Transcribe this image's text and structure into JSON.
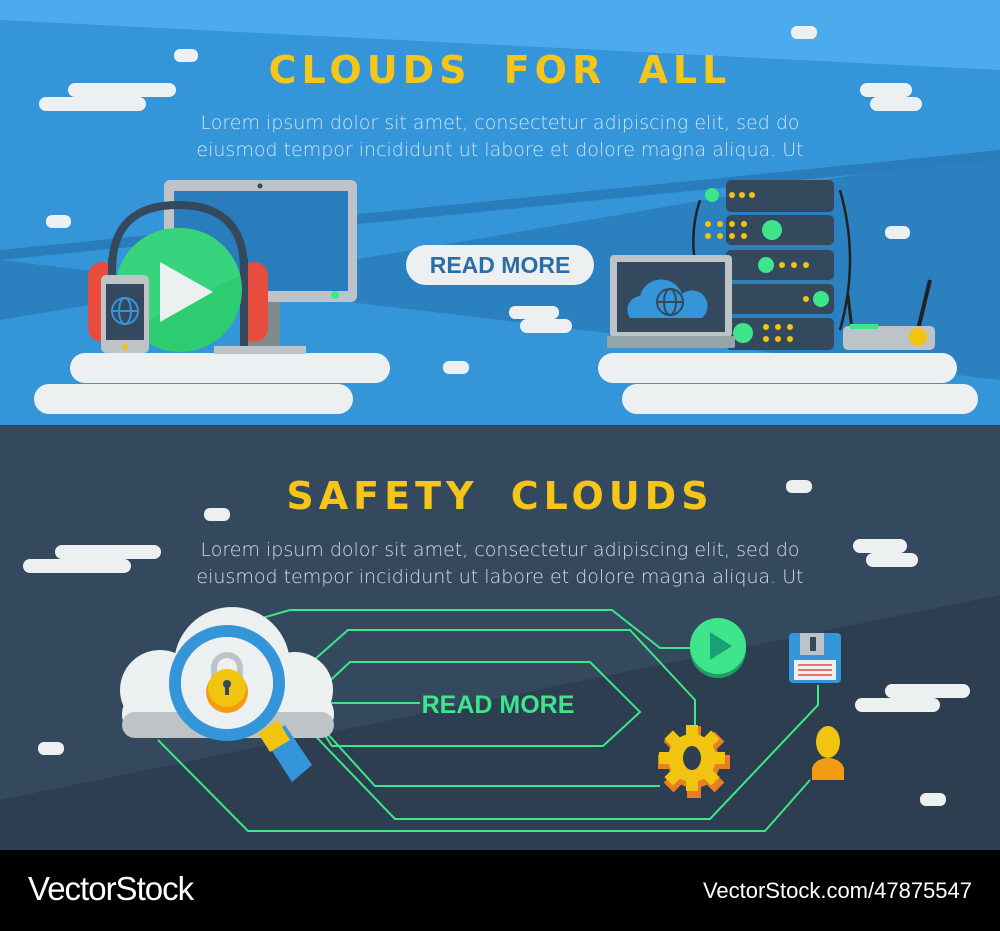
{
  "top_banner": {
    "title": "CLOUDS FOR ALL",
    "description_line1": "Lorem ipsum dolor sit amet, consectetur adipiscing elit, sed do",
    "description_line2": "eiusmod tempor incididunt ut labore et dolore magna aliqua. Ut",
    "button_label": "READ MORE"
  },
  "bottom_banner": {
    "title": "SAFETY CLOUDS",
    "description_line1": "Lorem ipsum dolor sit amet, consectetur adipiscing elit, sed do",
    "description_line2": "eiusmod tempor incididunt ut labore et dolore magna aliqua. Ut",
    "button_label": "READ MORE"
  },
  "footer": {
    "brand": "VectorStock",
    "image_url_text": "VectorStock.com/47875547"
  },
  "colors": {
    "title_yellow": "#f5c518",
    "top_bg": "#3595d9",
    "bottom_bg": "#34495e",
    "accent_green": "#3ee58a"
  }
}
